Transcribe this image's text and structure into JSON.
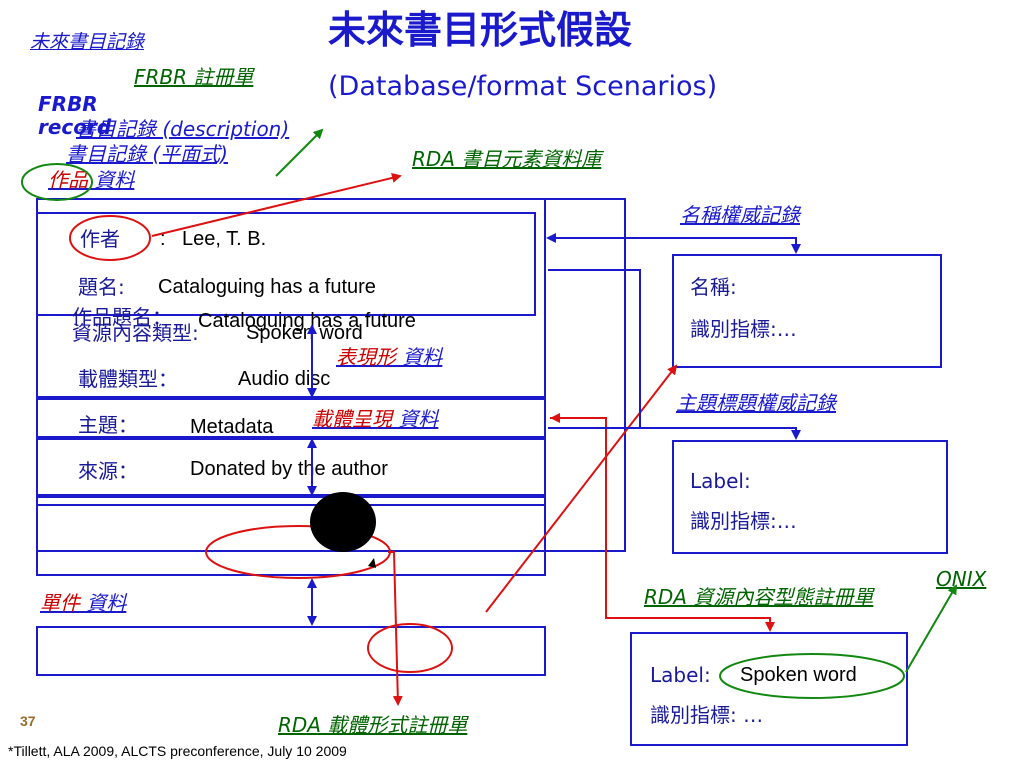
{
  "title": {
    "main": "未來書目形式假設",
    "sub": "(Database/format Scenarios)"
  },
  "labels": {
    "future_record": "未來書目記錄",
    "frbr_registry": "FRBR 註冊單",
    "frbr_record": "FRBR record",
    "bib_description": "書目記錄 (description)",
    "bib_flat": "書目記錄 (平面式)",
    "work_data_a": "作品",
    "work_data_b": " 資料",
    "rda_element_db": "RDA 書目元素資料庫",
    "name_authority": "名稱權威記錄",
    "subject_authority": "主題標題權威記錄",
    "expression_data_a": "表現形",
    "expression_data_b": " 資料",
    "manifestation_data_a": "載體呈現",
    "manifestation_data_b": " 資料",
    "item_data_a": "單件",
    "item_data_b": " 資料",
    "rda_content_registry": "RDA 資源內容型態註冊單",
    "onix": "ONIX",
    "rda_carrier_registry": "RDA 載體形式註冊單"
  },
  "record": {
    "author_label": "作者",
    "author_colon": ":",
    "author_value": "Lee, T. B.",
    "title_label": "題名:",
    "title_value": "Cataloguing has a future",
    "work_title_label": "作品題名：",
    "work_title_value": "Cataloguing has a future",
    "content_type_label": "資源內容類型:",
    "content_type_value": "Spoken word",
    "carrier_label": "載體類型：",
    "carrier_value": "Audio disc",
    "subject_label": "主題：",
    "subject_value": "Metadata",
    "source_label": "來源：",
    "source_value": "Donated by the author"
  },
  "name_box": {
    "name_label": "名稱:",
    "id_label": "識別指標:…"
  },
  "subject_box": {
    "label": "Label:",
    "id_label": "識別指標:…"
  },
  "content_box": {
    "label": "Label:",
    "value": "Spoken word",
    "id_label": "識別指標: …"
  },
  "footer": {
    "page_number": "37",
    "citation": "*Tillett, ALA 2009, ALCTS preconference, July 10 2009"
  },
  "colors": {
    "title": "#1a1acc",
    "box_border": "#1a1acc",
    "red_arrow": "#dd1111",
    "green_arrow": "#118811",
    "footer_number": "#9a6a2a"
  }
}
